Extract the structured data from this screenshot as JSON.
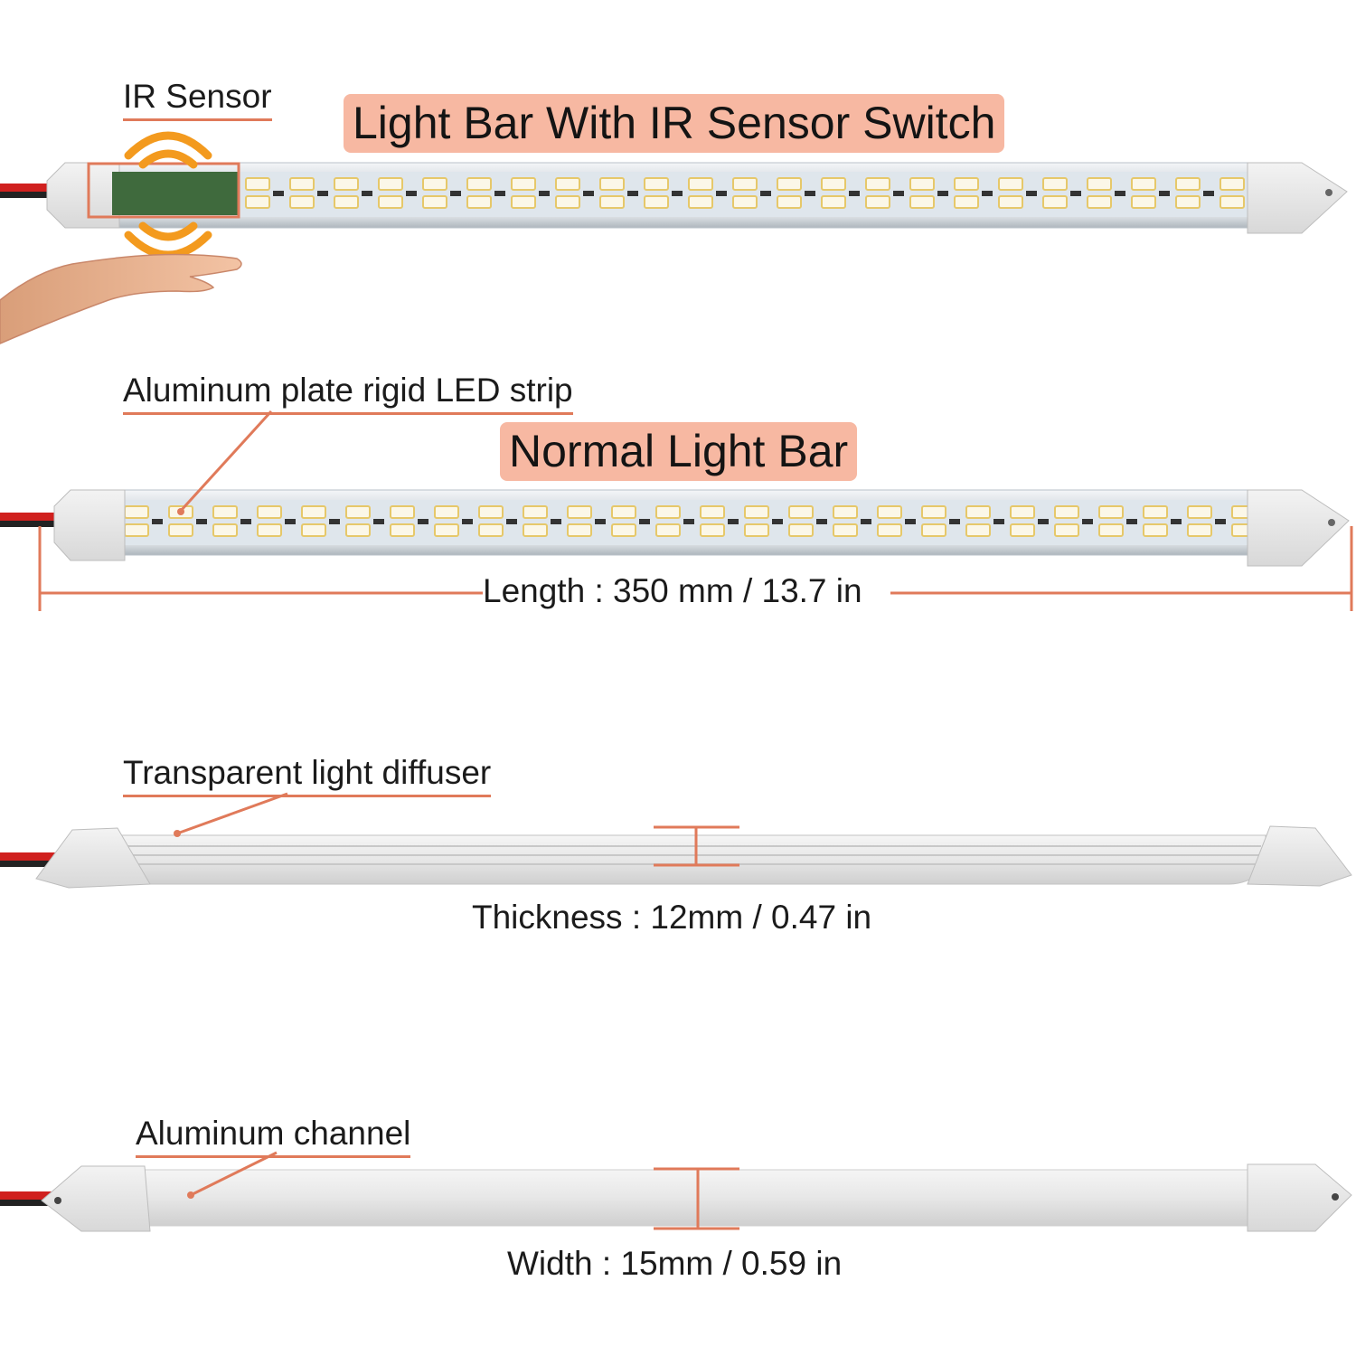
{
  "titles": {
    "ir_bar": "Light Bar With IR Sensor Switch",
    "normal_bar": "Normal Light Bar"
  },
  "labels": {
    "ir_sensor": "IR Sensor",
    "led_strip": "Aluminum plate rigid LED strip",
    "diffuser": "Transparent light diffuser",
    "channel": "Aluminum channel"
  },
  "dimensions": {
    "length": "Length : 350 mm / 13.7 in",
    "thickness": "Thickness : 12mm / 0.47 in",
    "width": "Width : 15mm / 0.59 in"
  },
  "colors": {
    "accent": "#e07a5a",
    "pill": "#f7b8a2",
    "sensor_waves": "#f39a1e",
    "wire_red": "#d0201e",
    "wire_black": "#111111"
  },
  "icons": [
    "ir-wave-icon",
    "hand-icon"
  ]
}
